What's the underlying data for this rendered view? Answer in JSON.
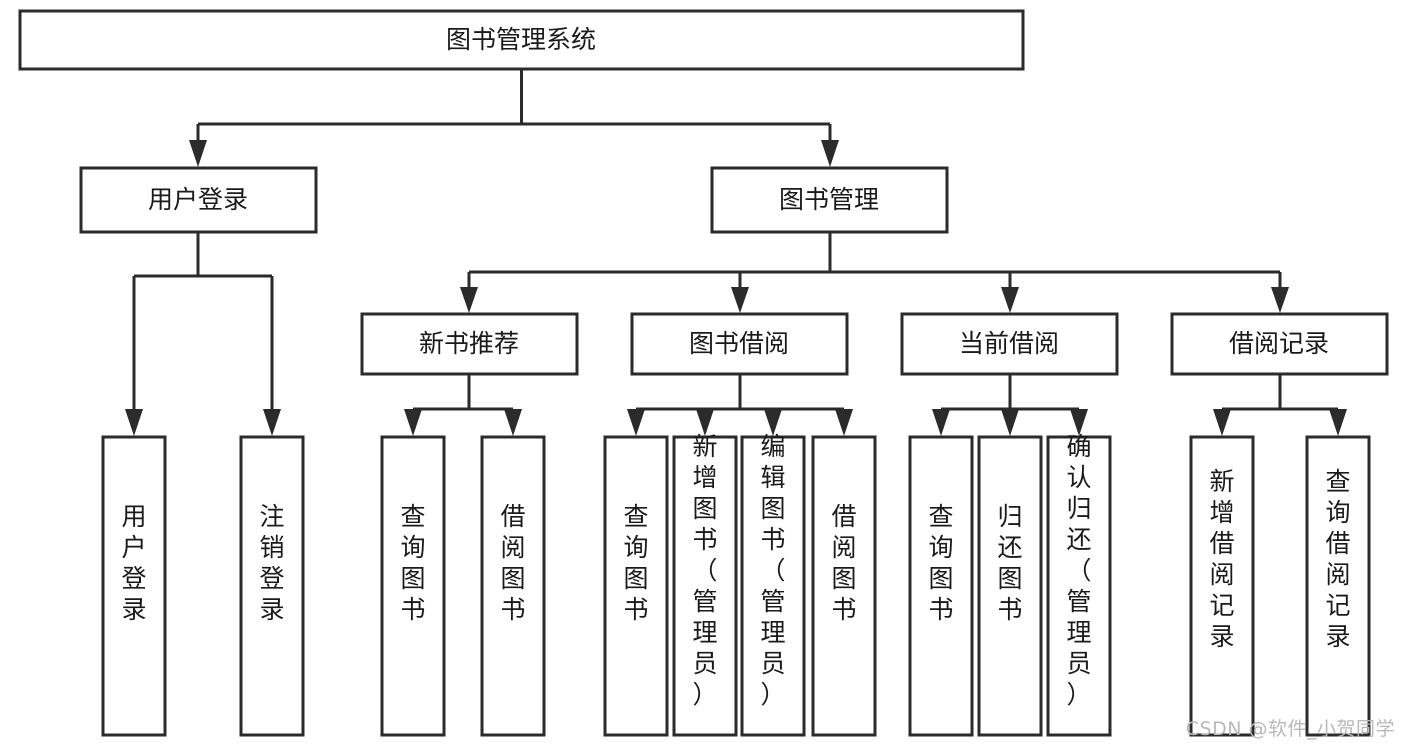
{
  "diagram": {
    "type": "tree-hierarchy",
    "title": "图书管理系统",
    "watermark": "CSDN @软件_小贺同学",
    "colors": {
      "box_stroke": "#2b2b2b",
      "box_fill": "#ffffff",
      "text": "#1a1a1a",
      "background": "#ffffff",
      "watermark": "#b9b9b9"
    },
    "levels": {
      "root": {
        "label": "图书管理系统"
      },
      "level2": [
        {
          "label": "用户登录"
        },
        {
          "label": "图书管理"
        }
      ],
      "level3": [
        {
          "label": "新书推荐"
        },
        {
          "label": "图书借阅"
        },
        {
          "label": "当前借阅"
        },
        {
          "label": "借阅记录"
        }
      ],
      "leaves": {
        "user_login": [
          {
            "label": "用户登录"
          },
          {
            "label": "注销登录"
          }
        ],
        "new_book_recommend": [
          {
            "label": "查询图书"
          },
          {
            "label": "借阅图书"
          }
        ],
        "book_borrow": [
          {
            "label": "查询图书"
          },
          {
            "label": "新增图书（管理员）"
          },
          {
            "label": "编辑图书（管理员）"
          },
          {
            "label": "借阅图书"
          }
        ],
        "current_borrow": [
          {
            "label": "查询图书"
          },
          {
            "label": "归还图书"
          },
          {
            "label": "确认归还（管理员）"
          }
        ],
        "borrow_record": [
          {
            "label": "新增借阅记录"
          },
          {
            "label": "查询借阅记录"
          }
        ]
      }
    }
  }
}
